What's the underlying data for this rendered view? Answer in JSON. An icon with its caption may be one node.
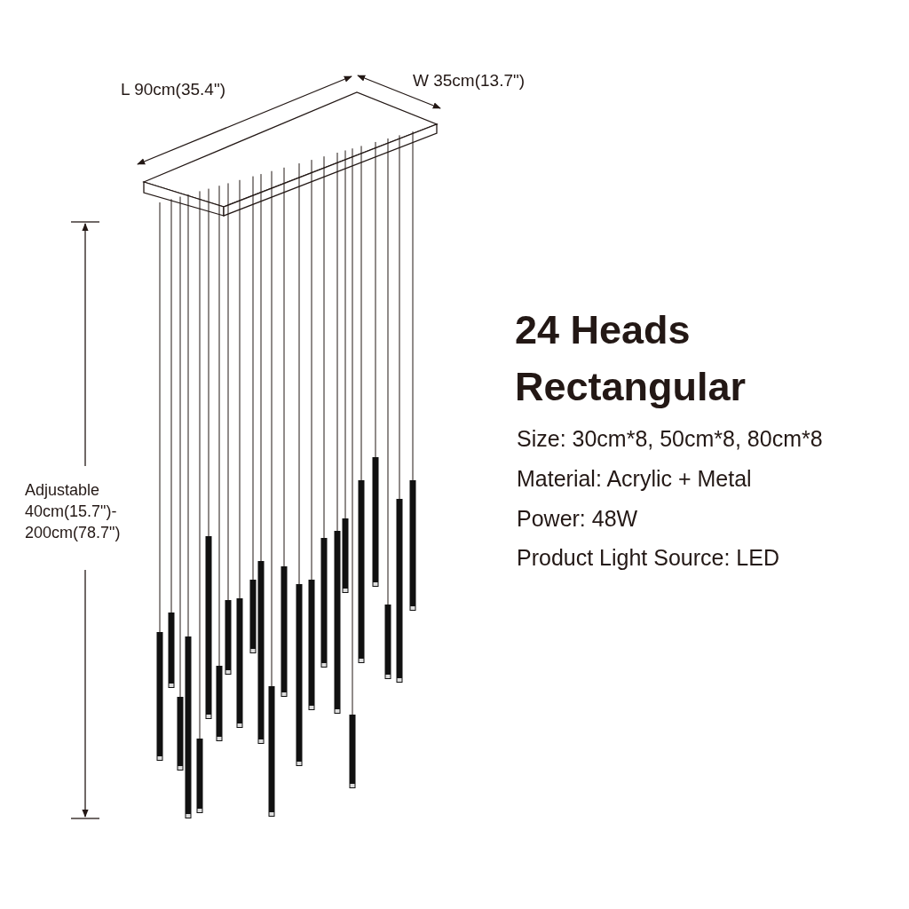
{
  "diagram": {
    "title": "24 Heads Rectangular",
    "labels": [
      "L 90cm(35.4\")",
      "W 35cm(13.7\")",
      "Adjustable 40cm(15.7\")- 200cm(78.7\")",
      "Size: 30cm*8, 50cm*8, 80cm*8",
      "Material: Acrylic + Metal",
      "Power: 48W",
      "Product Light Source: LED"
    ]
  }
}
